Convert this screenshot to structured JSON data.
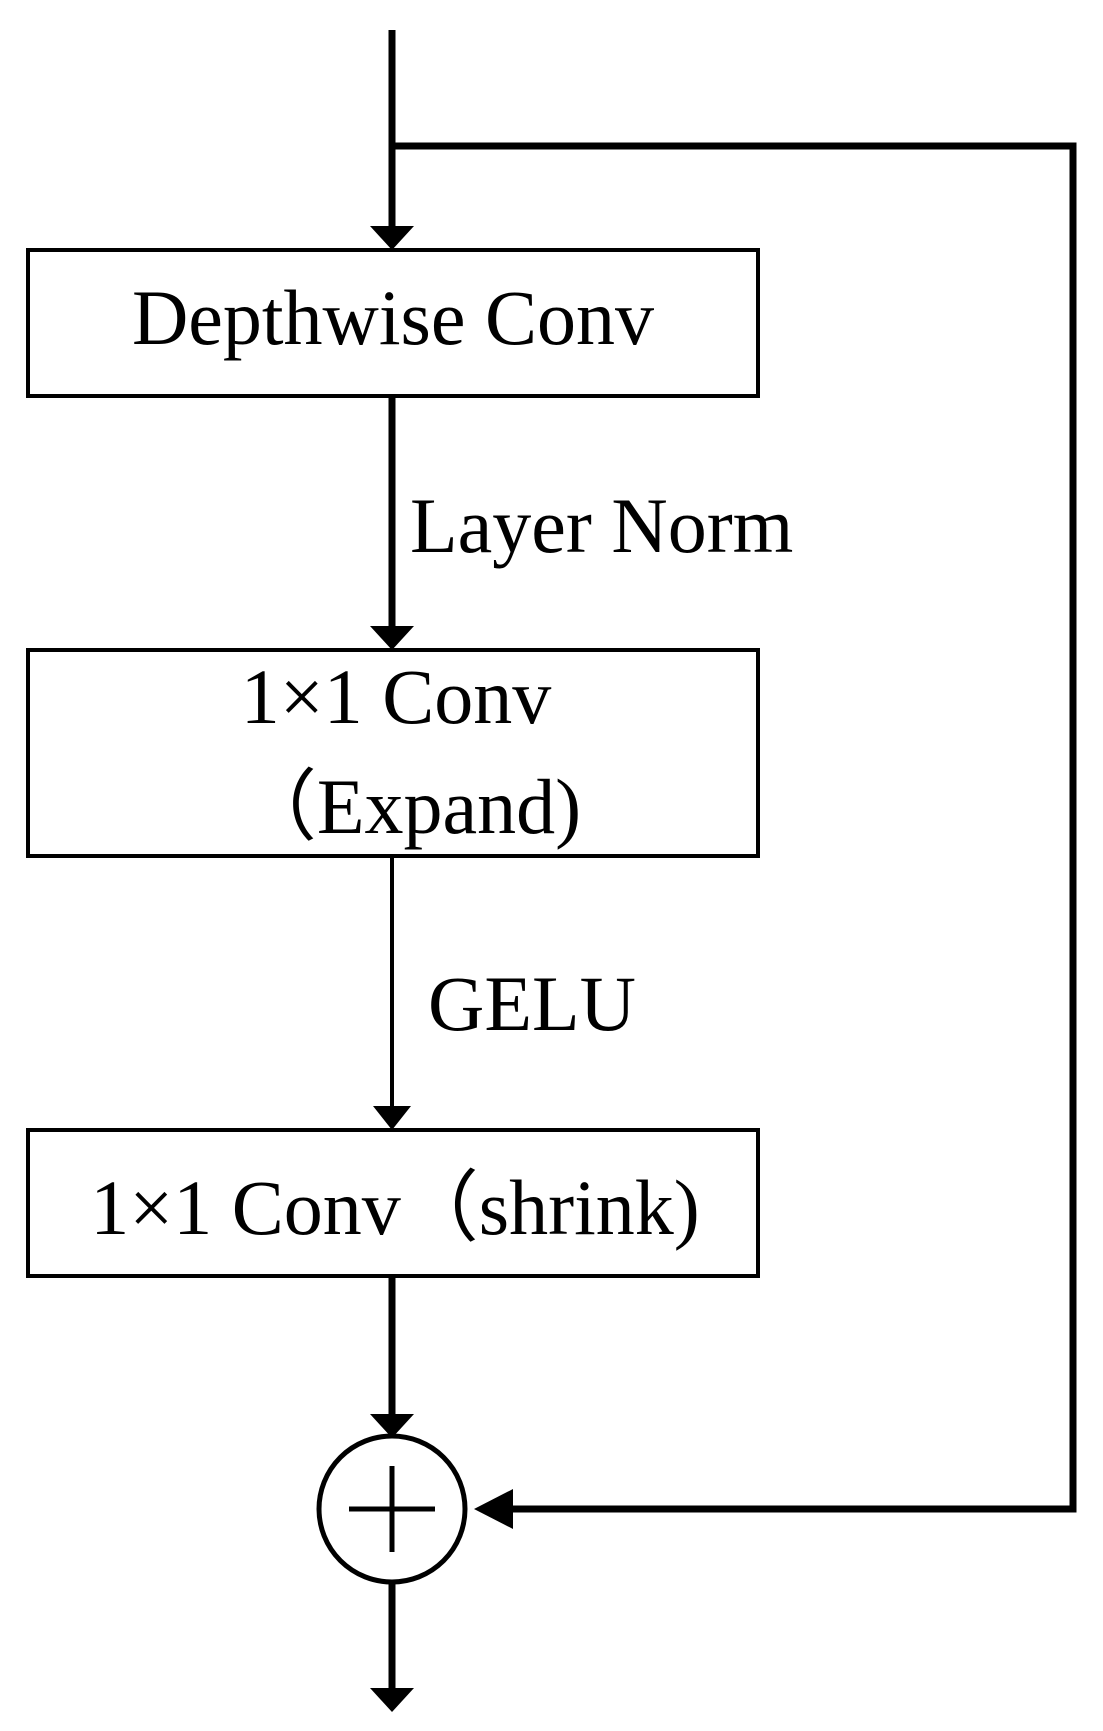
{
  "blocks": {
    "depthwise": "Depthwise Conv",
    "expand_line1": "1×1 Conv",
    "expand_line2": "（Expand)",
    "shrink": "1×1 Conv（shrink)"
  },
  "edges": {
    "layer_norm": "Layer Norm",
    "gelu": "GELU"
  },
  "colors": {
    "stroke": "#000000",
    "background": "#ffffff"
  },
  "icons": {
    "add_node": "plus-in-circle"
  }
}
